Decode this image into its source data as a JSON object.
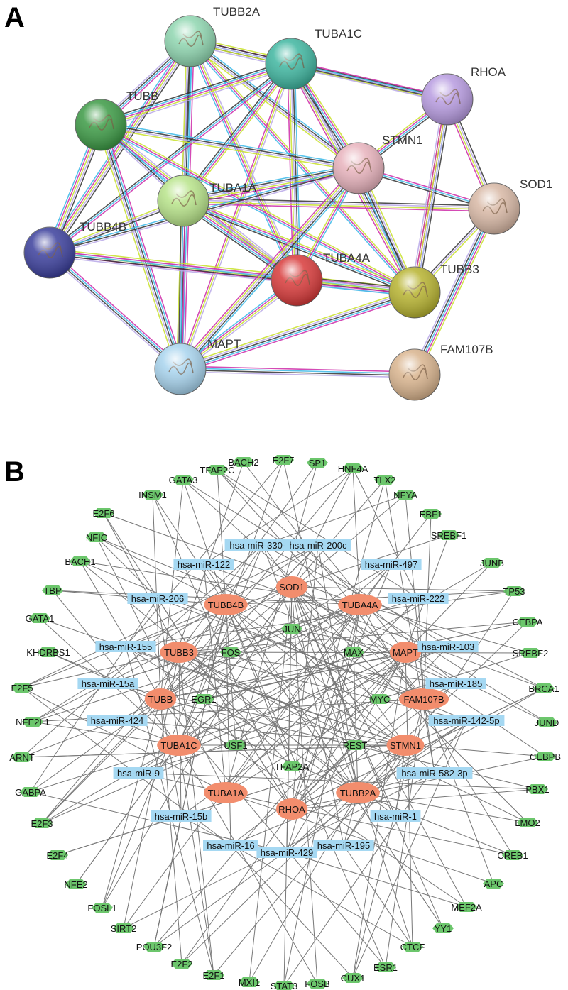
{
  "panels": [
    {
      "letter": "A"
    },
    {
      "letter": "B"
    }
  ],
  "panel_a": {
    "nodes": [
      {
        "id": "TUBB2A",
        "label": "TUBB2A",
        "color": "#8fd6b0"
      },
      {
        "id": "TUBA1C",
        "label": "TUBA1C",
        "color": "#3fb6a0"
      },
      {
        "id": "RHOA",
        "label": "RHOA",
        "color": "#b79be0"
      },
      {
        "id": "TUBB",
        "label": "TUBB",
        "color": "#3c9a45"
      },
      {
        "id": "STMN1",
        "label": "STMN1",
        "color": "#e8b3bd"
      },
      {
        "id": "SOD1",
        "label": "SOD1",
        "color": "#d8b8a5"
      },
      {
        "id": "TUBA1A",
        "label": "TUBA1A",
        "color": "#b8e48a"
      },
      {
        "id": "TUBB4B",
        "label": "TUBB4B",
        "color": "#3b3f9c"
      },
      {
        "id": "TUBA4A",
        "label": "TUBA4A",
        "color": "#d83a3a"
      },
      {
        "id": "TUBB3",
        "label": "TUBB3",
        "color": "#b7b330"
      },
      {
        "id": "MAPT",
        "label": "MAPT",
        "color": "#a8d4ee"
      },
      {
        "id": "FAM107B",
        "label": "FAM107B",
        "color": "#d9b48e"
      }
    ],
    "edge_colors": [
      "#c8e02a",
      "#cc2aa8",
      "#3bb8e8",
      "#333333",
      "#b8a8e8"
    ],
    "edges": [
      [
        "TUBB2A",
        "TUBA1C"
      ],
      [
        "TUBB2A",
        "TUBB"
      ],
      [
        "TUBB2A",
        "TUBA1A"
      ],
      [
        "TUBB2A",
        "TUBB4B"
      ],
      [
        "TUBB2A",
        "TUBA4A"
      ],
      [
        "TUBB2A",
        "TUBB3"
      ],
      [
        "TUBB2A",
        "MAPT"
      ],
      [
        "TUBB2A",
        "STMN1"
      ],
      [
        "TUBB2A",
        "RHOA"
      ],
      [
        "TUBA1C",
        "TUBB"
      ],
      [
        "TUBA1C",
        "TUBA1A"
      ],
      [
        "TUBA1C",
        "TUBB4B"
      ],
      [
        "TUBA1C",
        "TUBA4A"
      ],
      [
        "TUBA1C",
        "TUBB3"
      ],
      [
        "TUBA1C",
        "MAPT"
      ],
      [
        "TUBA1C",
        "STMN1"
      ],
      [
        "TUBA1C",
        "RHOA"
      ],
      [
        "TUBB",
        "TUBA1A"
      ],
      [
        "TUBB",
        "TUBB4B"
      ],
      [
        "TUBB",
        "TUBA4A"
      ],
      [
        "TUBB",
        "TUBB3"
      ],
      [
        "TUBB",
        "MAPT"
      ],
      [
        "TUBB",
        "STMN1"
      ],
      [
        "TUBA1A",
        "TUBB4B"
      ],
      [
        "TUBA1A",
        "TUBA4A"
      ],
      [
        "TUBA1A",
        "TUBB3"
      ],
      [
        "TUBA1A",
        "MAPT"
      ],
      [
        "TUBA1A",
        "STMN1"
      ],
      [
        "TUBA1A",
        "SOD1"
      ],
      [
        "TUBB4B",
        "TUBA4A"
      ],
      [
        "TUBB4B",
        "TUBB3"
      ],
      [
        "TUBB4B",
        "MAPT"
      ],
      [
        "TUBB4B",
        "STMN1"
      ],
      [
        "TUBA4A",
        "TUBB3"
      ],
      [
        "TUBA4A",
        "MAPT"
      ],
      [
        "TUBA4A",
        "STMN1"
      ],
      [
        "TUBB3",
        "MAPT"
      ],
      [
        "TUBB3",
        "STMN1"
      ],
      [
        "TUBB3",
        "SOD1"
      ],
      [
        "TUBB3",
        "RHOA"
      ],
      [
        "STMN1",
        "RHOA"
      ],
      [
        "STMN1",
        "SOD1"
      ],
      [
        "STMN1",
        "MAPT"
      ],
      [
        "RHOA",
        "SOD1"
      ],
      [
        "RHOA",
        "TUBB3"
      ],
      [
        "SOD1",
        "FAM107B"
      ],
      [
        "MAPT",
        "FAM107B"
      ]
    ]
  },
  "panel_b": {
    "hubs": [
      "SOD1",
      "TUBB4B",
      "TUBA4A",
      "TUBB3",
      "MAPT",
      "TUBB",
      "FAM107B",
      "TUBA1C",
      "STMN1",
      "TUBA1A",
      "TUBB2A",
      "RHOA"
    ],
    "mirnas": [
      "hsa-miR-330-3p",
      "hsa-miR-200c",
      "hsa-miR-122",
      "hsa-miR-497",
      "hsa-miR-206",
      "hsa-miR-222",
      "hsa-miR-155",
      "hsa-miR-103",
      "hsa-miR-15a",
      "hsa-miR-185",
      "hsa-miR-424",
      "hsa-miR-142-5p",
      "hsa-miR-9",
      "hsa-miR-582-3p",
      "hsa-miR-15b",
      "hsa-miR-1",
      "hsa-miR-16",
      "hsa-miR-429",
      "hsa-miR-195"
    ],
    "tfs_inner": [
      "JUN",
      "FOS",
      "MAX",
      "EGR1",
      "MYC",
      "USF1",
      "REST",
      "TFAP2A"
    ],
    "tfs_outer": [
      "TFAP2C",
      "BACH2",
      "E2F7",
      "SP1",
      "HNF4A",
      "GATA3",
      "TLX2",
      "INSM1",
      "NFYA",
      "E2F6",
      "EBF1",
      "NFIC",
      "SREBF1",
      "BACH1",
      "JUNB",
      "TBP",
      "TP53",
      "GATA1",
      "CEBPA",
      "KHDRBS1",
      "SREBF2",
      "E2F5",
      "BRCA1",
      "NFE2L1",
      "JUND",
      "ARNT",
      "CEBPB",
      "GABPA",
      "PBX1",
      "E2F3",
      "LMO2",
      "E2F4",
      "CREB1",
      "NFE2",
      "APC",
      "FOSL1",
      "MEF2A",
      "SIRT2",
      "YY1",
      "POU3F2",
      "CTCF",
      "E2F2",
      "E2F1",
      "MXI1",
      "STAT3",
      "FOSB",
      "CUX1",
      "ESR1"
    ],
    "colors": {
      "hub": "#f28d6d",
      "mirna": "#a5d8f2",
      "tf": "#6cc66c",
      "edge": "#777777"
    }
  }
}
